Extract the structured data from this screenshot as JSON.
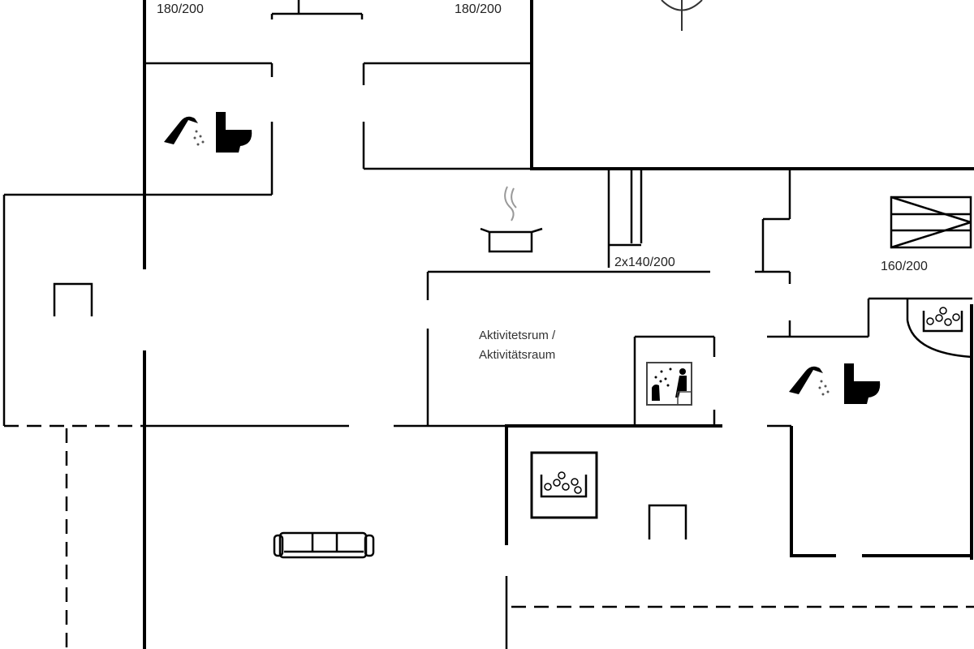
{
  "plan": {
    "bed_labels": [
      "180/200",
      "180/200",
      "2x140/200",
      "160/200"
    ],
    "room_label": [
      "Aktivitetsrum /",
      "Aktivitätsraum"
    ]
  }
}
